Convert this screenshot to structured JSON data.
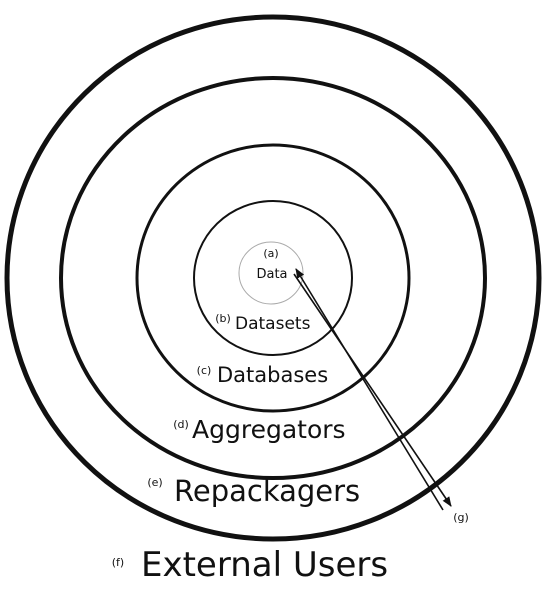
{
  "layers": [
    {
      "tag": "(a)",
      "label": "Data"
    },
    {
      "tag": "(b)",
      "label": "Datasets"
    },
    {
      "tag": "(c)",
      "label": "Databases"
    },
    {
      "tag": "(d)",
      "label": "Aggregators"
    },
    {
      "tag": "(e)",
      "label": "Repackagers"
    },
    {
      "tag": "(f)",
      "label": "External Users"
    }
  ],
  "arrow": {
    "tag": "(g)"
  },
  "colors": {
    "stroke": "#111111",
    "inner_circle": "#aaaaaa",
    "background": "#ffffff"
  }
}
